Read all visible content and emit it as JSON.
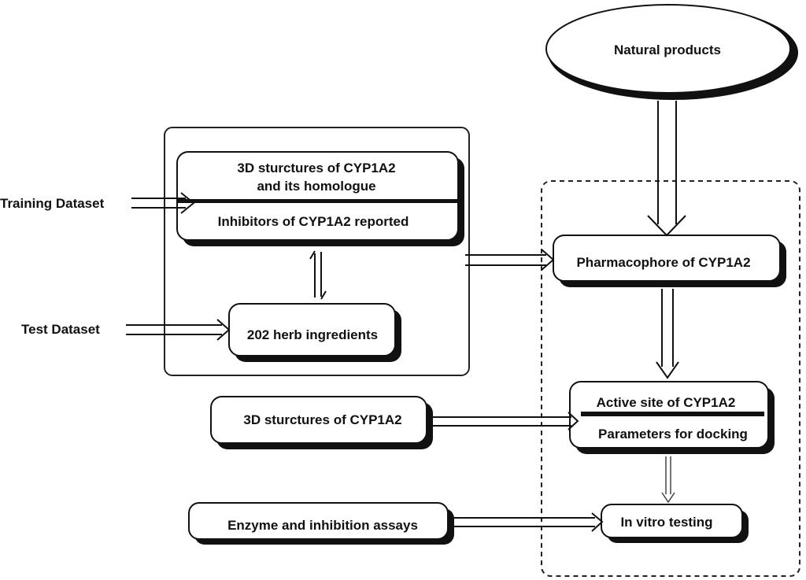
{
  "nodes": {
    "natural_products": "Natural products",
    "structures_homologue_line1": "3D sturctures of CYP1A2",
    "structures_homologue_line2": "and its homologue",
    "inhibitors_reported": "Inhibitors of CYP1A2 reported",
    "herb_ingredients": "202 herb ingredients",
    "pharmacophore": "Pharmacophore of CYP1A2",
    "active_site": "Active site of CYP1A2",
    "docking_parameters": "Parameters for docking",
    "structures_cyp1a2": "3D sturctures of CYP1A2",
    "enzyme_assays": "Enzyme and inhibition assays",
    "in_vitro": "In vitro testing"
  },
  "inputs": {
    "training": "Training Dataset",
    "test": "Test Dataset"
  }
}
